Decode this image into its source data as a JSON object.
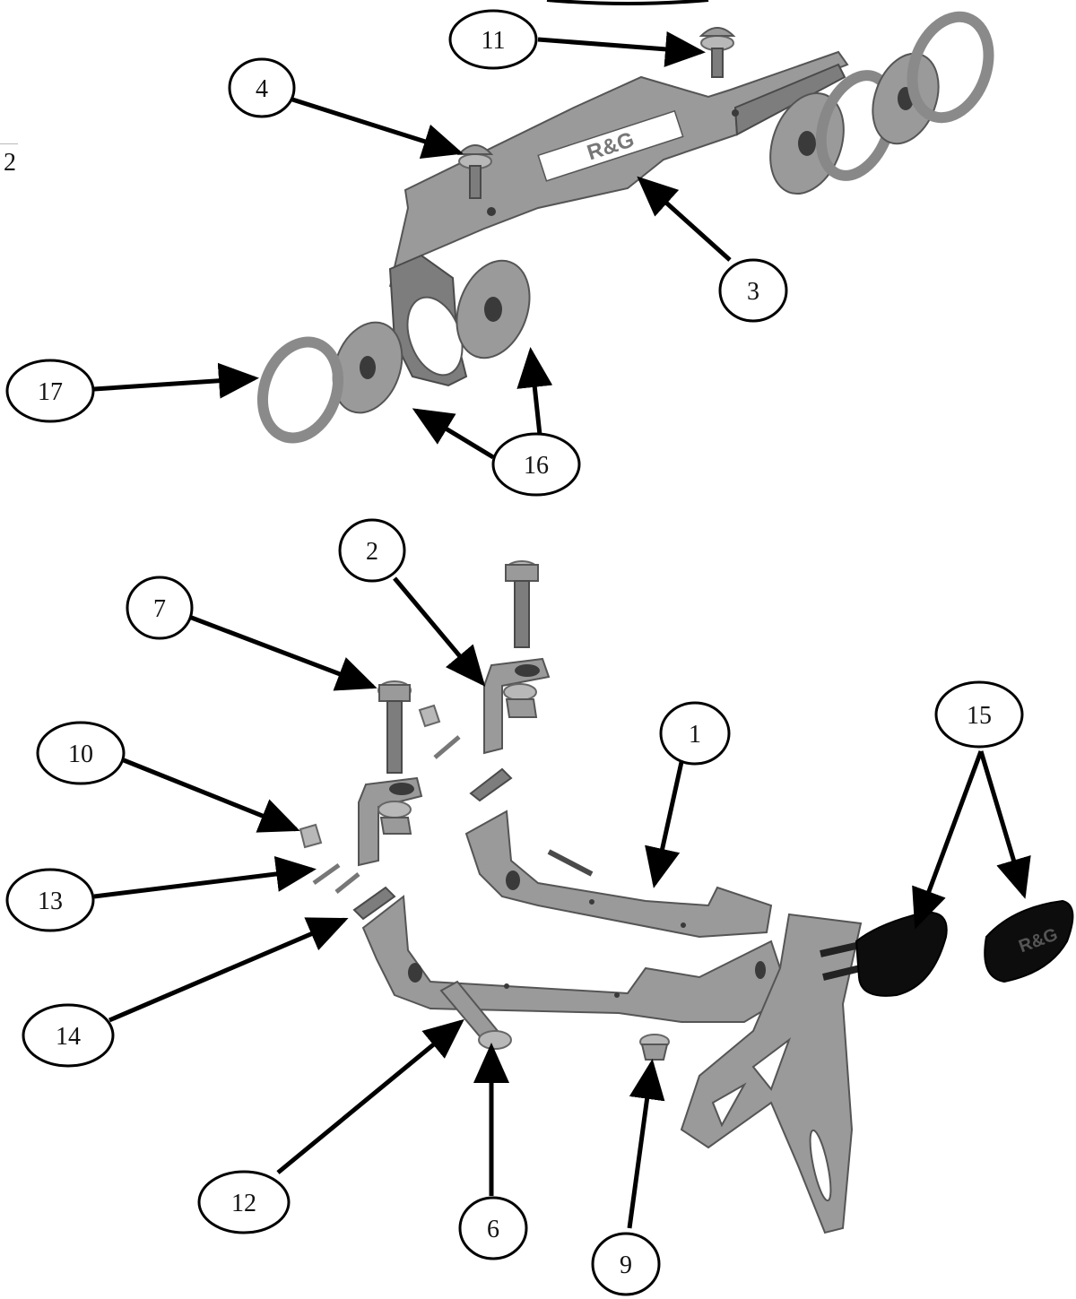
{
  "page": {
    "margin_number": "2"
  },
  "lens_logo": "R&G",
  "callouts": [
    {
      "id": "11",
      "label": "11"
    },
    {
      "id": "4",
      "label": "4"
    },
    {
      "id": "3",
      "label": "3"
    },
    {
      "id": "17",
      "label": "17"
    },
    {
      "id": "16",
      "label": "16"
    },
    {
      "id": "2",
      "label": "2"
    },
    {
      "id": "7",
      "label": "7"
    },
    {
      "id": "1",
      "label": "1"
    },
    {
      "id": "15",
      "label": "15"
    },
    {
      "id": "10",
      "label": "10"
    },
    {
      "id": "13",
      "label": "13"
    },
    {
      "id": "14",
      "label": "14"
    },
    {
      "id": "12",
      "label": "12"
    },
    {
      "id": "6",
      "label": "6"
    },
    {
      "id": "9",
      "label": "9"
    }
  ],
  "colors": {
    "metal": "#9a9a9a",
    "rubber": "#0d0d0d",
    "ink": "#000000"
  }
}
